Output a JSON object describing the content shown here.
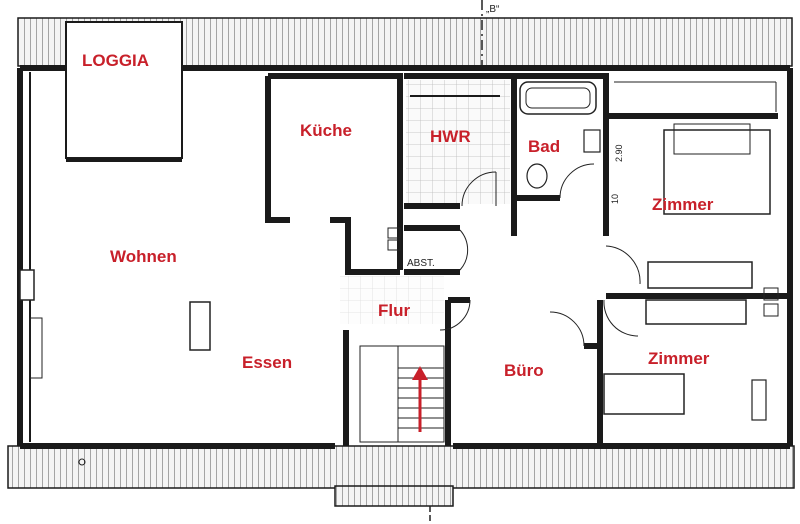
{
  "labels": {
    "section_mark": "„B“",
    "loggia": "LOGGIA",
    "kueche": "Küche",
    "hwr": "HWR",
    "bad": "Bad",
    "zimmer_upper": "Zimmer",
    "wohnen": "Wohnen",
    "abst": "ABST.",
    "flur": "Flur",
    "essen": "Essen",
    "buero": "Büro",
    "zimmer_lower": "Zimmer"
  },
  "dimensions": {
    "bad_height": "2.90",
    "bad_small": "10"
  },
  "colors": {
    "label_red": "#c8202a",
    "wall": "#1a1a1a",
    "stair_arrow": "#c8202a"
  }
}
